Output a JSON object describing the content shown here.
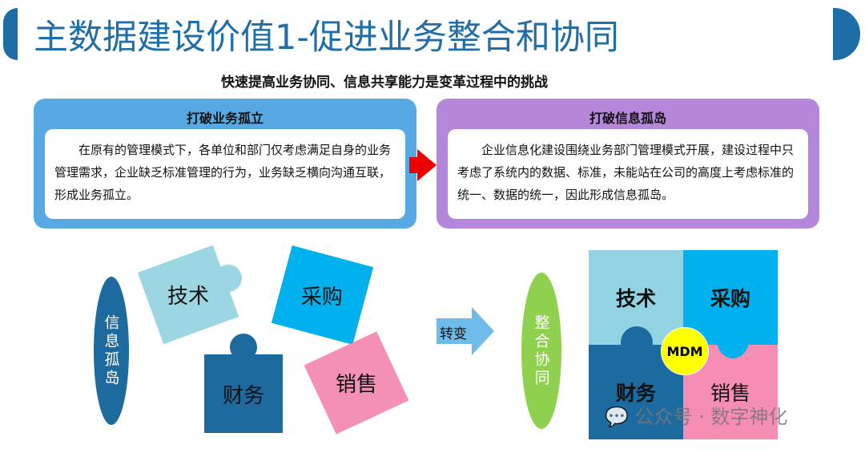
{
  "header": {
    "title": "主数据建设价值1-促进业务整合和协同",
    "subtitle": "快速提高业务协同、信息共享能力是变革过程中的挑战"
  },
  "left_box": {
    "title": "打破业务孤立",
    "text": "在原有的管理模式下，各单位和部门仅考虑满足自身的业务管理需求，企业缺乏标准管理的行为，业务缺乏横向沟通互联，形成业务孤立。",
    "color": "#56a9e3"
  },
  "right_box": {
    "title": "打破信息孤岛",
    "text": "企业信息化建设围绕业务部门管理模式开展，建设过程中只考虑了系统内的数据、标准，未能站在公司的高度上考虑标准的统一、数据的统一，因此形成信息孤岛。",
    "color": "#b487da"
  },
  "before": {
    "label": "信息孤岛",
    "pieces": [
      "技术",
      "采购",
      "财务",
      "销售"
    ]
  },
  "transition": {
    "label": "转变"
  },
  "after": {
    "label": "整合协同",
    "pieces": [
      "技术",
      "采购",
      "财务",
      "销售"
    ],
    "center": "MDM"
  },
  "watermark": "公众号 · 数字神化"
}
